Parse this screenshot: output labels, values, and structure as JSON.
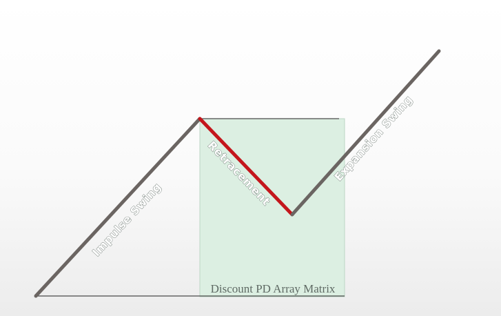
{
  "diagram": {
    "labels": {
      "impulse": "Impulse Swing",
      "retracement": "Retracement",
      "expansion": "Expansion Swing",
      "zone": "Discount PD Array Matrix"
    },
    "colors": {
      "swing_line": "#6b6562",
      "retracement_line": "#c4161c",
      "zone_fill": "#dcefe2",
      "zone_border": "#bcd6c4",
      "reference_line": "#4a4a4a"
    }
  }
}
